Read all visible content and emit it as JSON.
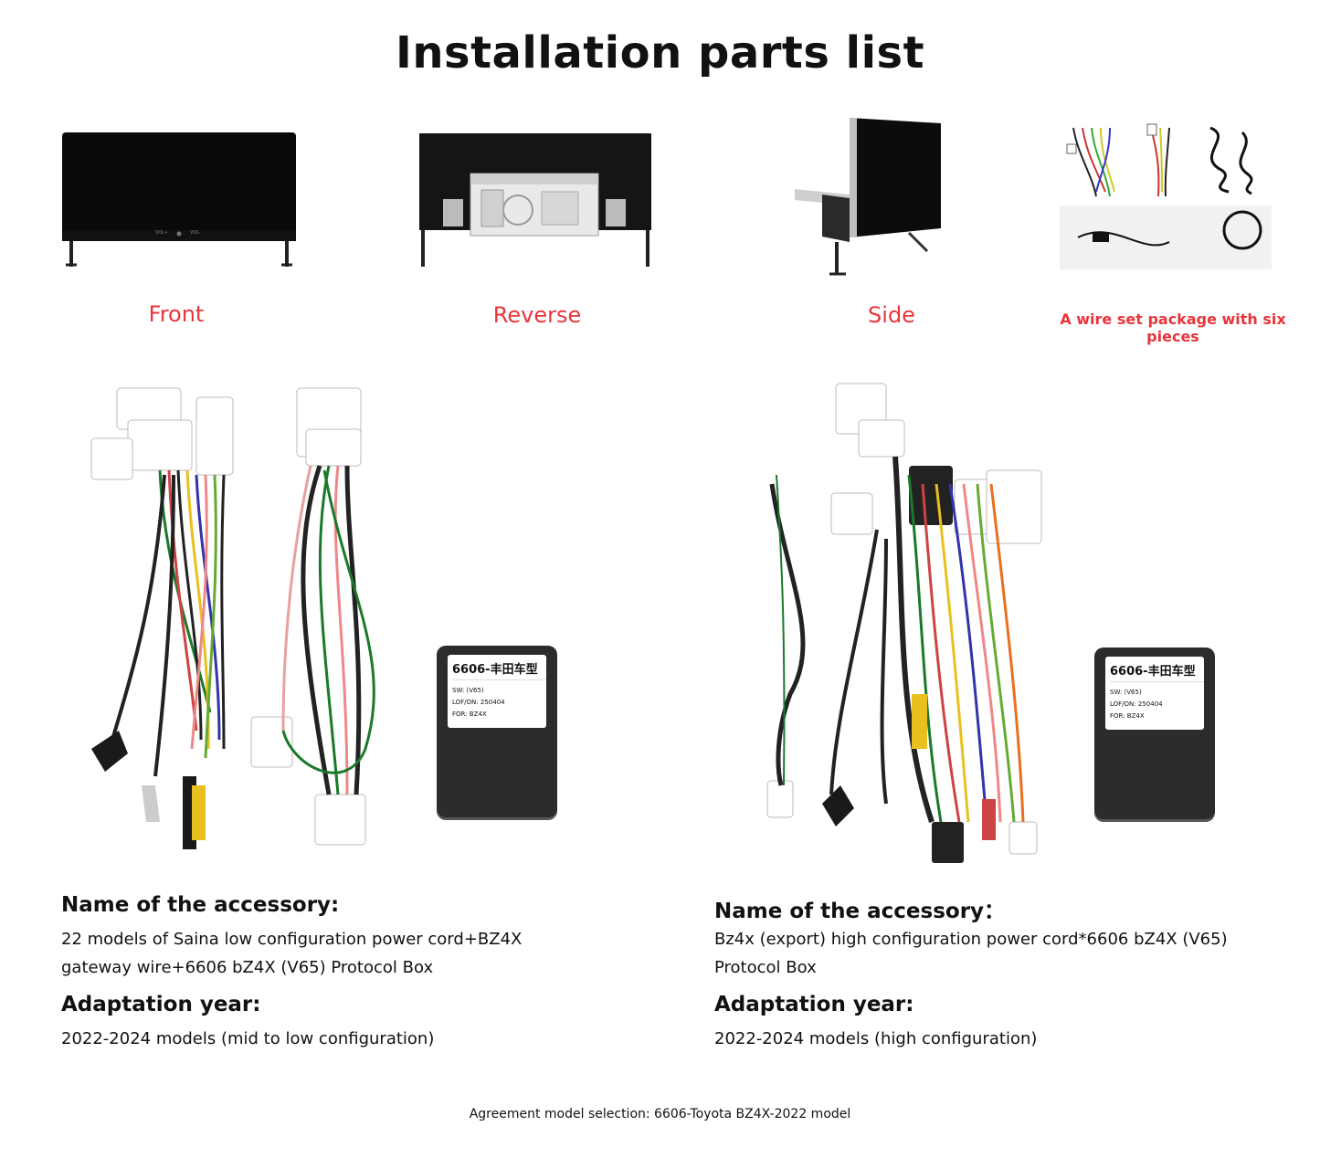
{
  "title": "Installation parts list",
  "thumbnails": [
    {
      "label": "Front"
    },
    {
      "label": "Reverse"
    },
    {
      "label": "Side"
    },
    {
      "label": "A wire set package with six pieces"
    }
  ],
  "front_buttons": [
    "VOL+",
    "VOL-"
  ],
  "protocol_box": {
    "title": "6606-丰田车型",
    "lines": [
      "SW: (V65)",
      "LOF/ON: 250404",
      "FOR: BZ4X"
    ]
  },
  "left_panel": {
    "name_heading": "Name of the accessory:",
    "name_line1": "22 models of Saina low configuration power cord+BZ4X",
    "name_line2": "gateway wire+6606 bZ4X (V65) Protocol Box",
    "year_heading": "Adaptation year:",
    "year_text": "2022-2024 models (mid to low configuration)"
  },
  "right_panel": {
    "name_heading": "Name of the accessory：",
    "name_line1": "Bz4x (export) high configuration power cord*6606 bZ4X (V65)",
    "name_line2": "Protocol Box",
    "year_heading": "Adaptation year:",
    "year_text": "2022-2024 models (high configuration)"
  },
  "footer": "Agreement model selection: 6606-Toyota BZ4X-2022 model"
}
